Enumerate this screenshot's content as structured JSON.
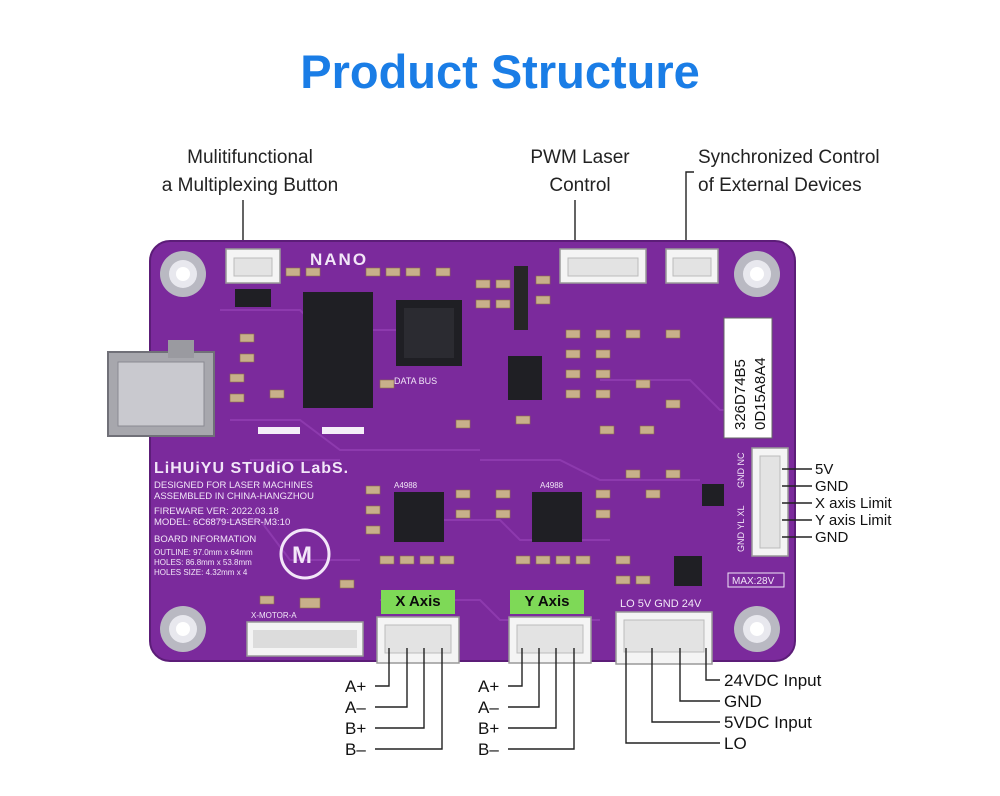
{
  "title": "Product Structure",
  "colors": {
    "title": "#1a7de6",
    "board": "#7b2a9c",
    "board_dark": "#5c1d78",
    "silk": "#f2e6f8",
    "connector": "#f4f4f4",
    "badge": "#7ed957"
  },
  "callouts": {
    "button": [
      "Mulitifunctional",
      "a Multiplexing Button"
    ],
    "pwm": [
      "PWM Laser",
      "Control"
    ],
    "sync": [
      "Synchronized Control",
      "of External Devices"
    ]
  },
  "limit_pins": [
    "5V",
    "GND",
    "X axis Limit",
    "Y axis Limit",
    "GND"
  ],
  "axes": {
    "x": {
      "badge": "X Axis",
      "pins": [
        "A+",
        "A–",
        "B+",
        "B–"
      ]
    },
    "y": {
      "badge": "Y Axis",
      "pins": [
        "A+",
        "A–",
        "B+",
        "B–"
      ]
    }
  },
  "power_pins": [
    "24VDC Input",
    "GND",
    "5VDC Input",
    "LO"
  ],
  "board": {
    "logo": "NANO",
    "serial_1": "326D74B5",
    "serial_2": "0D15A8A4",
    "brand": "LiHUiYU STUdiO LabS.",
    "info_lines": [
      "DESIGNED FOR LASER MACHINES",
      "ASSEMBLED IN CHINA-HANGZHOU",
      "FIREWARE VER: 2022.03.18",
      "MODEL: 6C6879-LASER-M3:10"
    ],
    "board_info_heading": "BOARD INFORMATION",
    "board_info_lines": [
      "OUTLINE: 97.0mm x 64mm",
      "HOLES: 86.8mm x 53.8mm",
      "HOLES SIZE: 4.32mm x 4"
    ],
    "data_bus": "DATA BUS",
    "motor_label": "X-MOTOR-A",
    "max_voltage": "MAX:28V",
    "power_silk": "LO  5V  GND  24V",
    "limit_silk": "GND NC",
    "chip_label": "A4988",
    "limit_silk_2": "GND YL XL"
  }
}
